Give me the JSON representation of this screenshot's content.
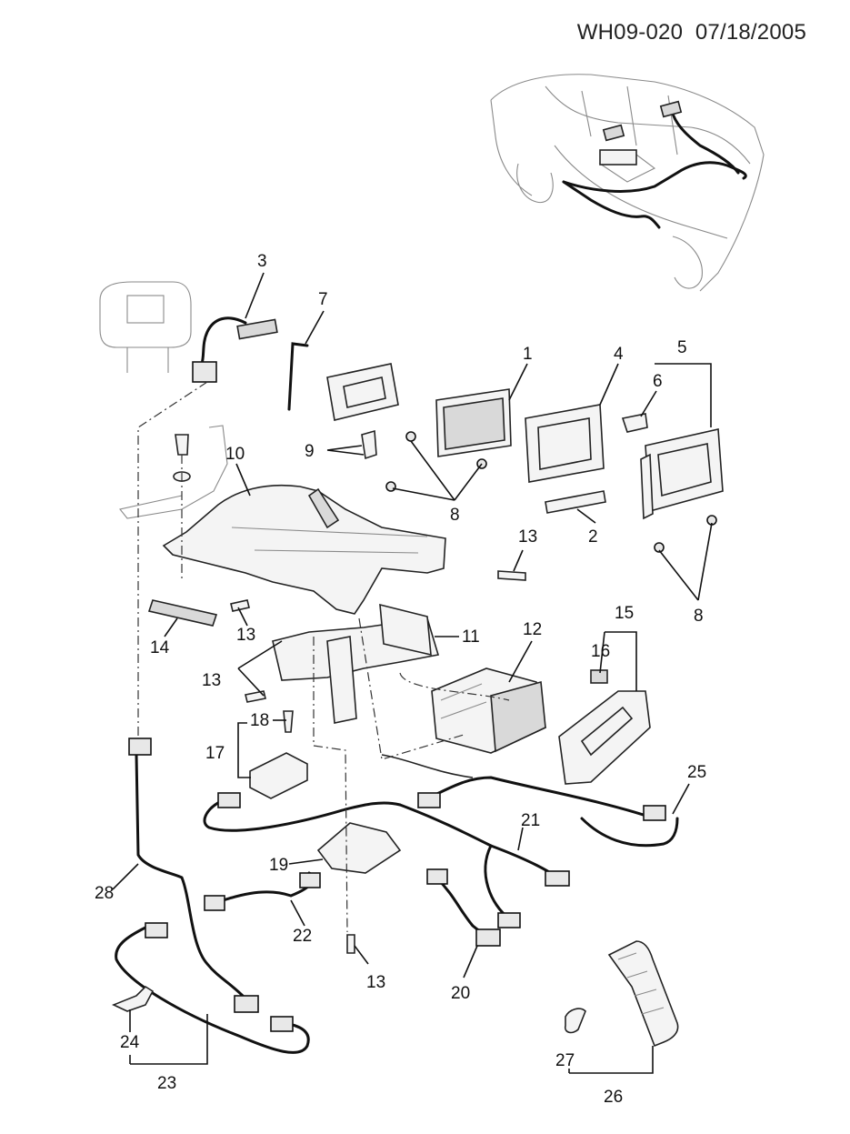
{
  "header": {
    "code": "WH09-020",
    "date": "07/18/2005"
  },
  "callouts": {
    "c1": "1",
    "c2": "2",
    "c3": "3",
    "c4": "4",
    "c5": "5",
    "c6": "6",
    "c7": "7",
    "c8a": "8",
    "c8b": "8",
    "c9": "9",
    "c10": "10",
    "c11": "11",
    "c12": "12",
    "c13a": "13",
    "c13b": "13",
    "c13c": "13",
    "c13d": "13",
    "c14": "14",
    "c15": "15",
    "c16": "16",
    "c17": "17",
    "c18": "18",
    "c19": "19",
    "c20": "20",
    "c21": "21",
    "c22": "22",
    "c23": "23",
    "c24": "24",
    "c25": "25",
    "c26": "26",
    "c27": "27",
    "c28": "28"
  }
}
